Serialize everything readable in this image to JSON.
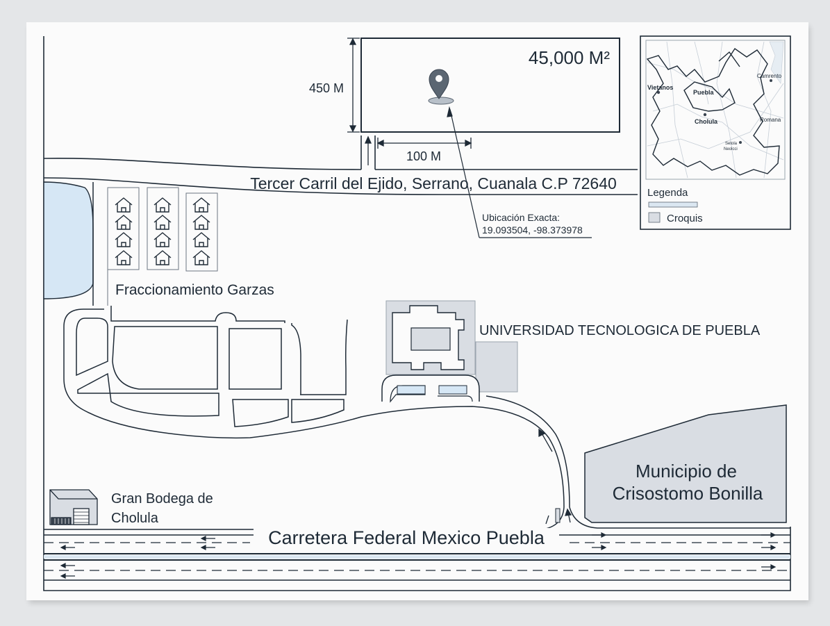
{
  "plot": {
    "area_label": "45,000 M²",
    "height_label": "450 M",
    "width_label": "100 M"
  },
  "road_name": "Tercer Carril del Ejido, Serrano, Cuanala C.P 72640",
  "location": {
    "title": "Ubicación Exacta:",
    "coordinates": "19.093504, -98.373978"
  },
  "inset": {
    "places": [
      "Vietanos",
      "Puebla",
      "Cholula",
      "Camrento",
      "Romana",
      "Setola",
      "Neolcci"
    ]
  },
  "legend": {
    "title": "Legenda",
    "items": [
      "Croquis"
    ],
    "colors": {
      "road": "#dbe7f1",
      "area": "#d9dde3"
    }
  },
  "landmarks": {
    "subdivision": "Fraccionamiento Garzas",
    "university": "UNIVERSIDAD TECNOLOGICA DE PUEBLA",
    "warehouse_line1": "Gran Bodega de",
    "warehouse_line2": "Cholula",
    "municipality_line1": "Municipio de",
    "municipality_line2": "Crisostomo Bonilla"
  },
  "highway_name": "Carretera Federal Mexico Puebla",
  "colors": {
    "line": "#1e2a36",
    "water": "#d6e7f5",
    "building": "#d9dde3",
    "paper": "#fbfbfb"
  }
}
